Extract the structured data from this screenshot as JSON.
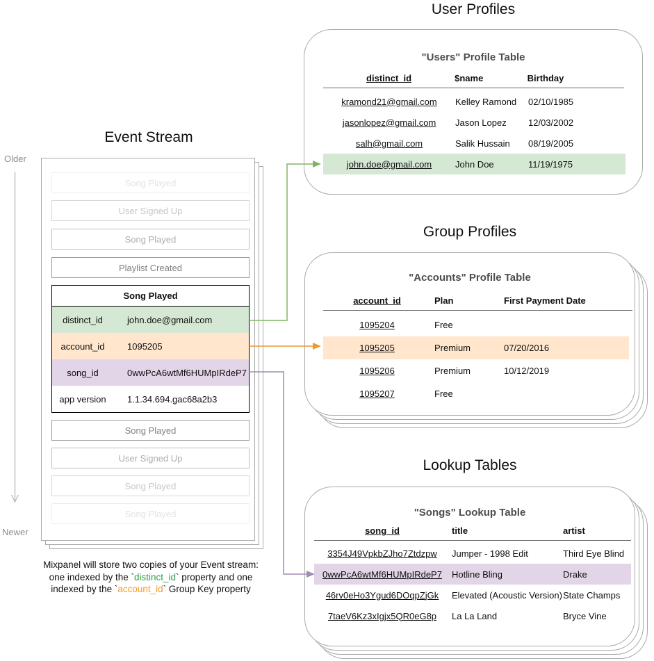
{
  "colors": {
    "green_fill": "#d5e8d4",
    "orange_fill": "#ffe6cc",
    "purple_fill": "#e1d5e7",
    "green_stroke": "#82b366",
    "orange_stroke": "#e89a33",
    "purple_stroke": "#a08bb3",
    "caption_green": "#2e9e4c",
    "caption_orange": "#f8991d"
  },
  "event_stream": {
    "title": "Event Stream",
    "older_label": "Older",
    "newer_label": "Newer",
    "faded_events_top": [
      "Song Played",
      "User Signed Up",
      "Song Played",
      "Playlist Created"
    ],
    "active_event": {
      "name": "Song Played",
      "properties": [
        {
          "key": "distinct_id",
          "value": "john.doe@gmail.com",
          "highlight": "green"
        },
        {
          "key": "account_id",
          "value": "1095205",
          "highlight": "orange"
        },
        {
          "key": "song_id",
          "value": "0wwPcA6wtMf6HUMpIRdeP7",
          "highlight": "purple"
        },
        {
          "key": "app version",
          "value": "1.1.34.694.gac68a2b3",
          "highlight": "none"
        }
      ]
    },
    "faded_events_bottom": [
      "Song Played",
      "User Signed Up",
      "Song Played",
      "Song Played"
    ],
    "caption": {
      "line1": "Mixpanel will store two copies of your Event stream:",
      "line2_pre": "one indexed by the `",
      "line2_token": "distinct_id",
      "line2_post": "` property and one",
      "line3_pre": "indexed by the `",
      "line3_token": "account_id",
      "line3_post": "` Group Key property"
    }
  },
  "user_profiles": {
    "section_title": "User Profiles",
    "card_title": "\"Users\" Profile Table",
    "columns": {
      "c1": "distinct_id",
      "c2": "$name",
      "c3": "Birthday"
    },
    "rows": [
      {
        "distinct_id": "kramond21@gmail.com",
        "name": "Kelley Ramond",
        "birthday": "02/10/1985"
      },
      {
        "distinct_id": "jasonlopez@gmail.com",
        "name": "Jason Lopez",
        "birthday": "12/03/2002"
      },
      {
        "distinct_id": "salh@gmail.com",
        "name": "Salik Hussain",
        "birthday": "08/19/2005"
      },
      {
        "distinct_id": "john.doe@gmail.com",
        "name": "John Doe",
        "birthday": "11/19/1975"
      }
    ]
  },
  "group_profiles": {
    "section_title": "Group Profiles",
    "card_title": "\"Accounts\" Profile Table",
    "columns": {
      "c1": "account_id",
      "c2": "Plan",
      "c3": "First Payment Date"
    },
    "rows": [
      {
        "account_id": "1095204",
        "plan": "Free",
        "first_payment": ""
      },
      {
        "account_id": "1095205",
        "plan": "Premium",
        "first_payment": "07/20/2016"
      },
      {
        "account_id": "1095206",
        "plan": "Premium",
        "first_payment": "10/12/2019"
      },
      {
        "account_id": "1095207",
        "plan": "Free",
        "first_payment": ""
      }
    ]
  },
  "lookup_tables": {
    "section_title": "Lookup Tables",
    "card_title": "\"Songs\" Lookup Table",
    "columns": {
      "c1": "song_id",
      "c2": "title",
      "c3": "artist"
    },
    "rows": [
      {
        "song_id": "3354J49VpkbZJho7Ztdzpw",
        "title": "Jumper - 1998 Edit",
        "artist": "Third Eye Blind"
      },
      {
        "song_id": "0wwPcA6wtMf6HUMpIRdeP7",
        "title": "Hotline Bling",
        "artist": "Drake"
      },
      {
        "song_id": "46rv0eHo3Ygud6DOqpZjGk",
        "title": "Elevated (Acoustic Version)",
        "artist": "State Champs"
      },
      {
        "song_id": "7taeV6Kz3xIgjx5QR0eG8p",
        "title": "La La Land",
        "artist": "Bryce Vine"
      }
    ]
  }
}
